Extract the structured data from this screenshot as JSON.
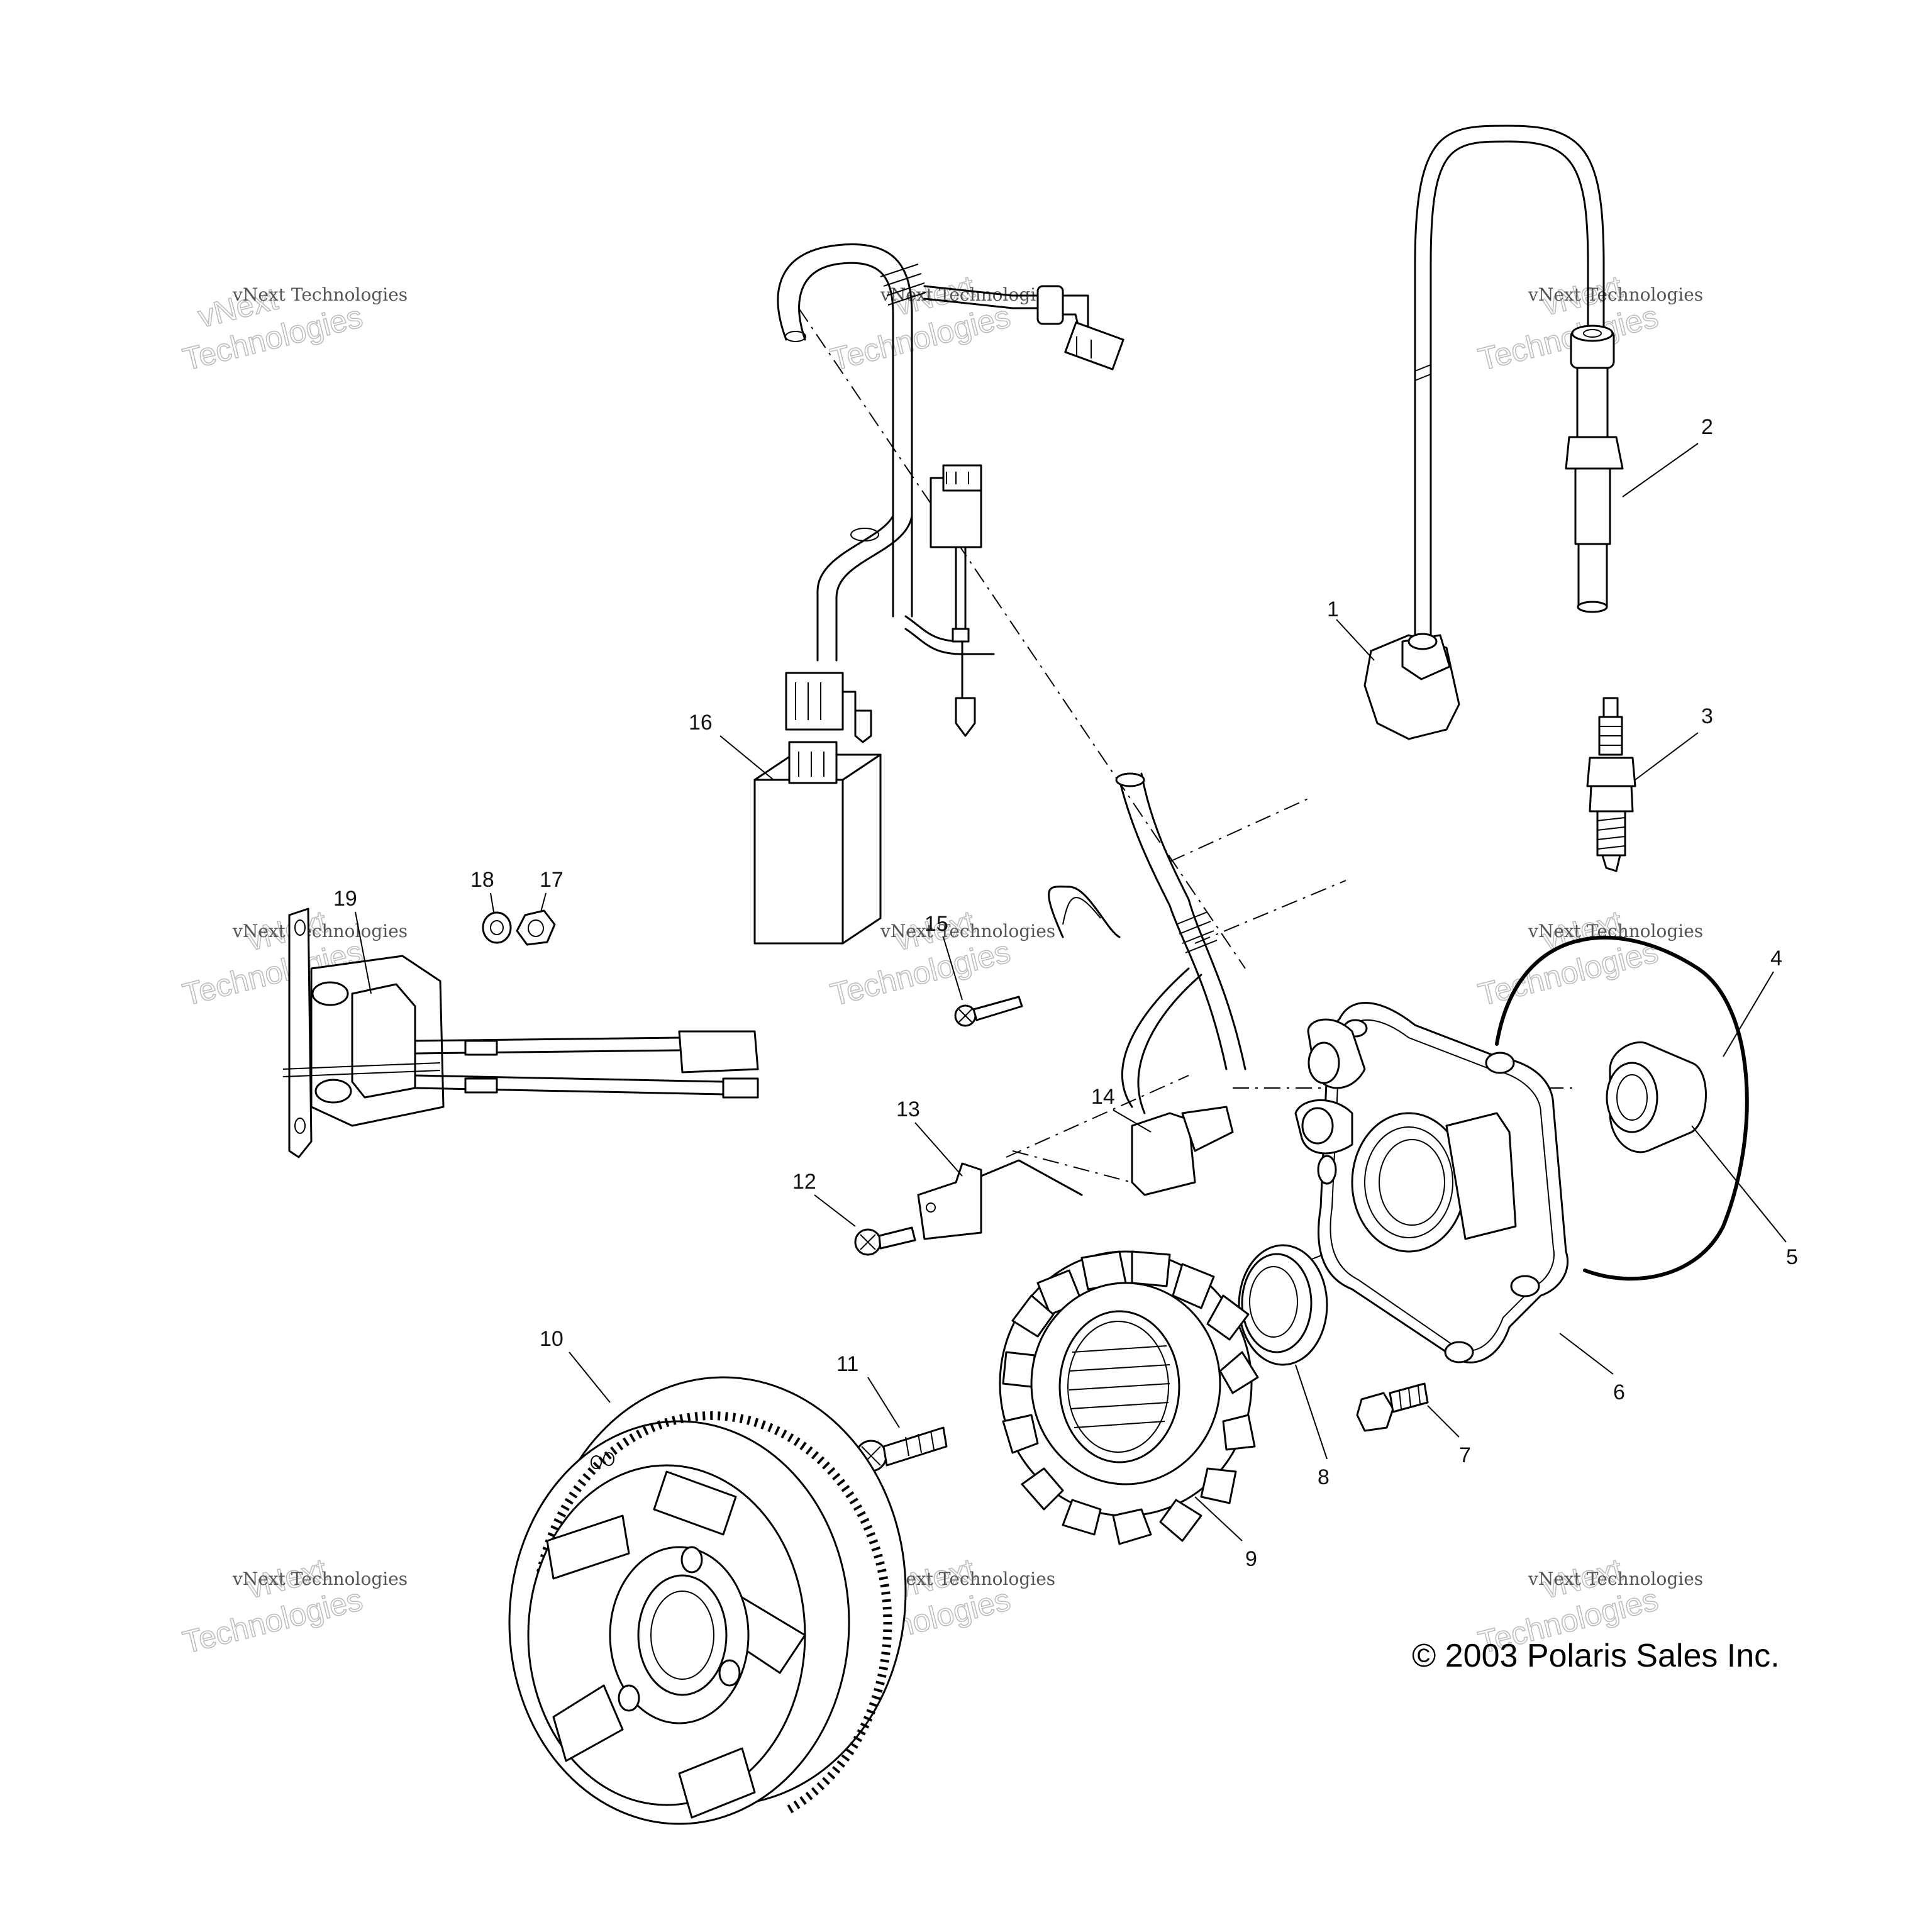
{
  "callouts": [
    {
      "id": "1",
      "label": "1"
    },
    {
      "id": "2",
      "label": "2"
    },
    {
      "id": "3",
      "label": "3"
    },
    {
      "id": "4",
      "label": "4"
    },
    {
      "id": "5",
      "label": "5"
    },
    {
      "id": "6",
      "label": "6"
    },
    {
      "id": "7",
      "label": "7"
    },
    {
      "id": "8",
      "label": "8"
    },
    {
      "id": "9",
      "label": "9"
    },
    {
      "id": "10",
      "label": "10"
    },
    {
      "id": "11",
      "label": "11"
    },
    {
      "id": "12",
      "label": "12"
    },
    {
      "id": "13",
      "label": "13"
    },
    {
      "id": "14",
      "label": "14"
    },
    {
      "id": "15",
      "label": "15"
    },
    {
      "id": "16",
      "label": "16"
    },
    {
      "id": "17",
      "label": "17"
    },
    {
      "id": "18",
      "label": "18"
    },
    {
      "id": "19",
      "label": "19"
    }
  ],
  "watermark": {
    "text": "vNext Technologies",
    "line1": "vNext",
    "line2": "Technologies"
  },
  "copyright": "© 2003 Polaris Sales Inc."
}
